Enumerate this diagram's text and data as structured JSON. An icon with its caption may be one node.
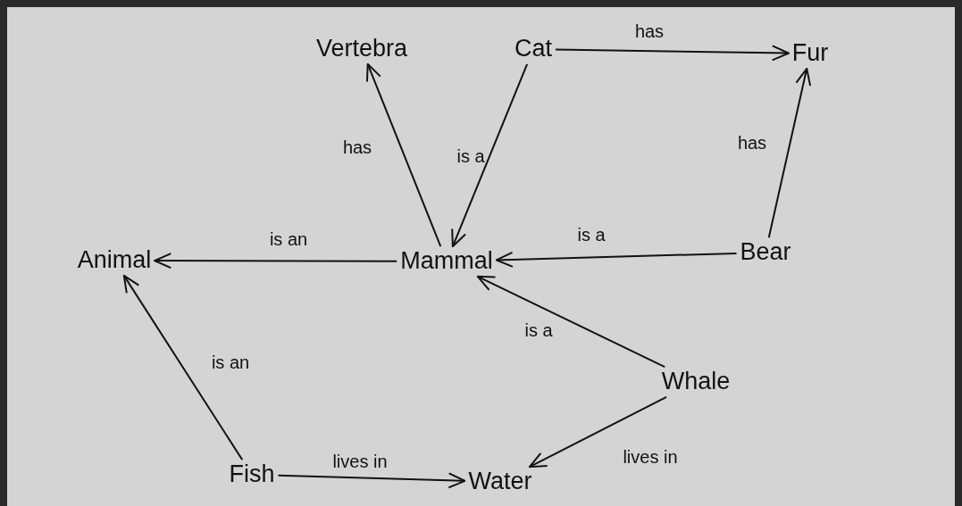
{
  "diagram": {
    "nodes": [
      {
        "text": [
          "Vertebra"
        ]
      },
      {
        "text": [
          "Cat"
        ]
      },
      {
        "text": [
          "Fur"
        ]
      },
      {
        "text": [
          "Animal"
        ]
      },
      {
        "text": [
          "Mammal"
        ]
      },
      {
        "text": [
          "Bear"
        ]
      },
      {
        "text": [
          "Whale"
        ]
      },
      {
        "text": [
          "Fish"
        ]
      },
      {
        "text": [
          "Water"
        ]
      }
    ],
    "edges": [
      {
        "from": 1,
        "to": 2,
        "arrow": "to",
        "label": "has"
      },
      {
        "from": 4,
        "to": 0,
        "arrow": "to",
        "label": "has"
      },
      {
        "from": 1,
        "to": 4,
        "arrow": "to",
        "label": "is a"
      },
      {
        "from": 5,
        "to": 2,
        "arrow": "to",
        "label": "has"
      },
      {
        "from": 4,
        "to": 3,
        "arrow": "to",
        "label": "is an"
      },
      {
        "from": 5,
        "to": 4,
        "arrow": "to",
        "label": "is a"
      },
      {
        "from": 6,
        "to": 4,
        "arrow": "to",
        "label": "is a"
      },
      {
        "from": 7,
        "to": 3,
        "arrow": "to",
        "label": "is an"
      },
      {
        "from": 7,
        "to": 8,
        "arrow": "to",
        "label": "lives in"
      },
      {
        "from": 6,
        "to": 8,
        "arrow": "to",
        "label": "lives in"
      }
    ]
  }
}
